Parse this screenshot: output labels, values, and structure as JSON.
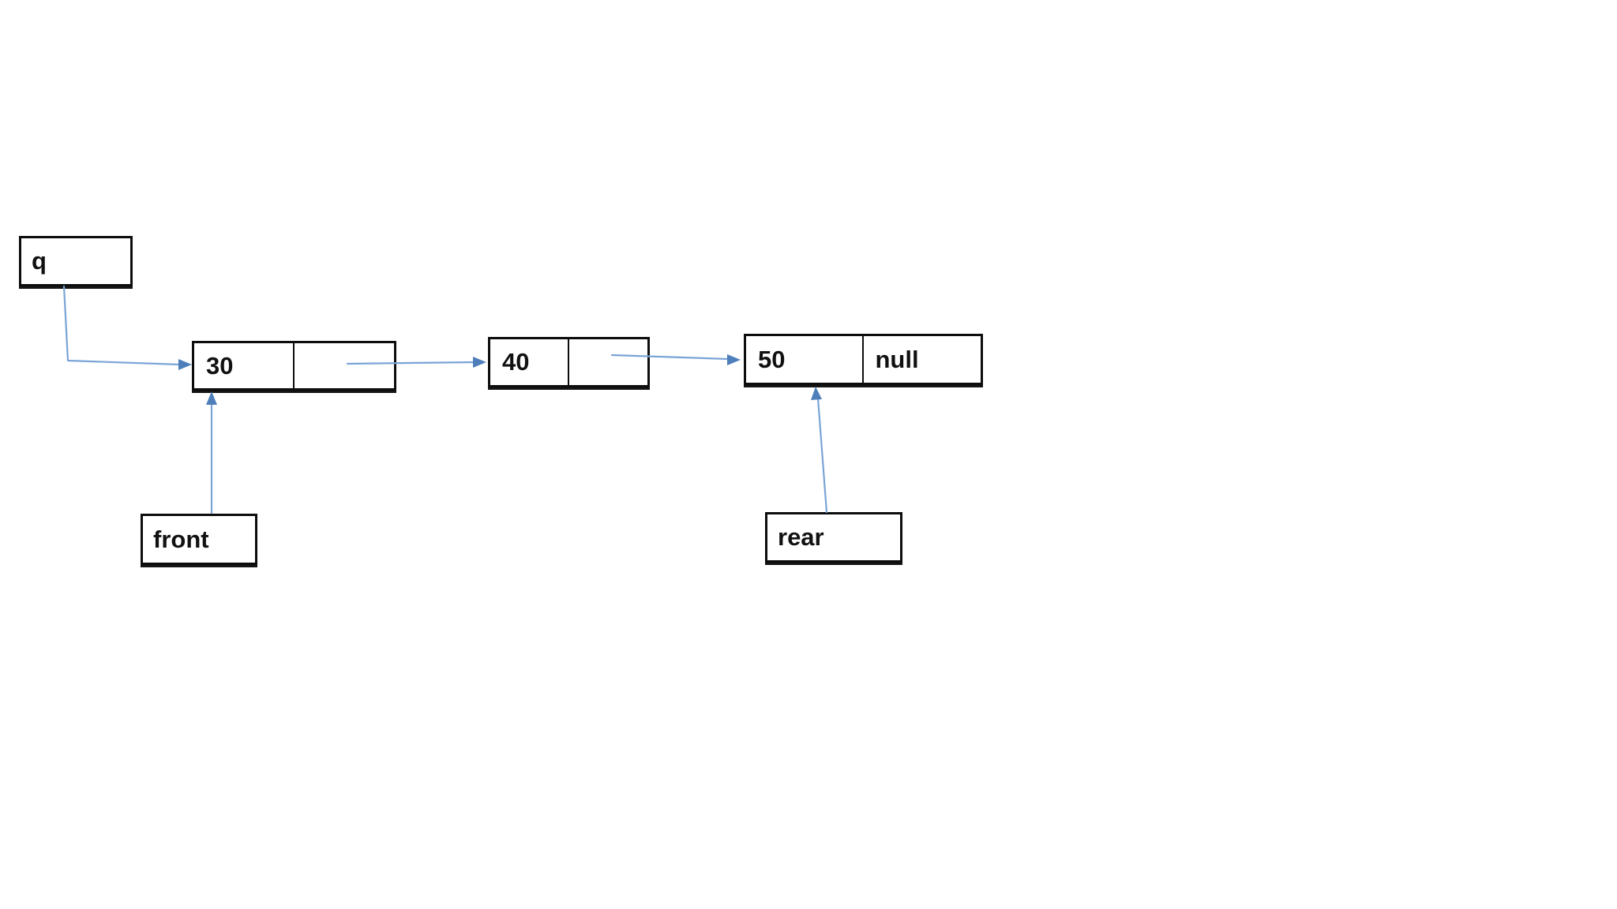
{
  "diagram": {
    "description": "Linked-list representation of a queue",
    "background_color": "#ffffff",
    "box_border_color": "#0d0d0d",
    "arrow_color": "#7AA4D6",
    "arrowhead_color": "#4E7FBA",
    "variable_box": {
      "label": "q"
    },
    "nodes": [
      {
        "value": "30",
        "next": ""
      },
      {
        "value": "40",
        "next": ""
      },
      {
        "value": "50",
        "next": "null"
      }
    ],
    "front_pointer": {
      "label": "front"
    },
    "rear_pointer": {
      "label": "rear"
    }
  }
}
